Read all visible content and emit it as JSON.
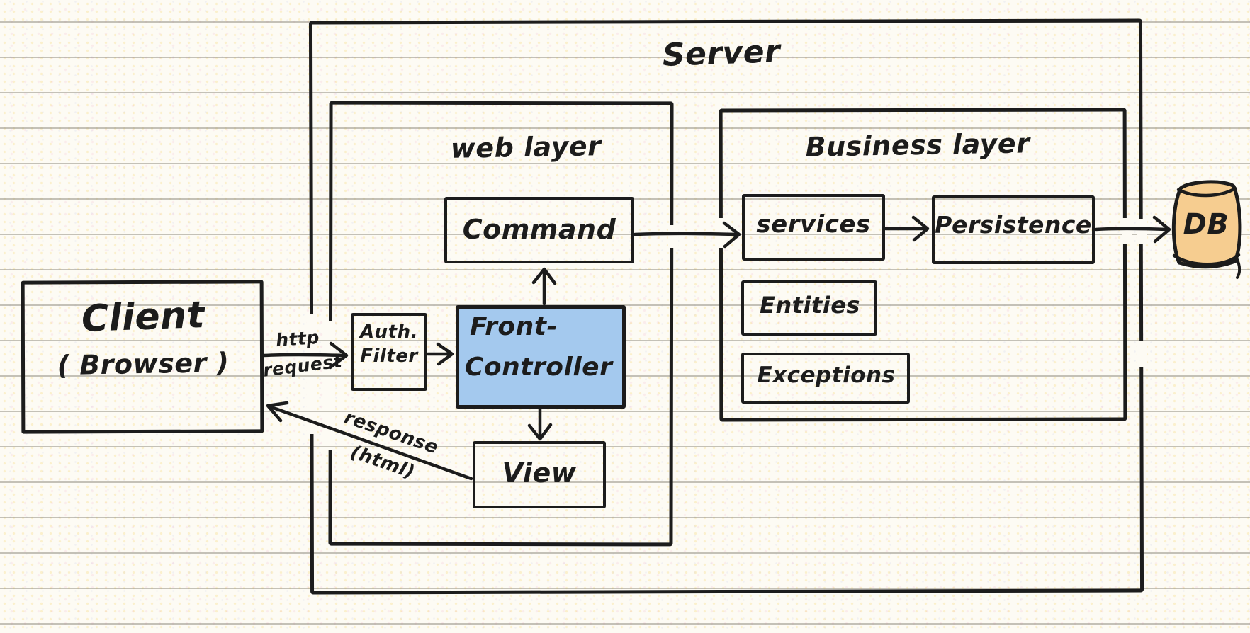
{
  "diagram": {
    "containers": {
      "server": "Server",
      "web_layer": "web layer",
      "business_layer": "Business layer"
    },
    "nodes": {
      "client": {
        "line1": "Client",
        "line2": "( Browser )"
      },
      "auth_filter": {
        "line1": "Auth.",
        "line2": "Filter"
      },
      "front_controller": {
        "line1": "Front-",
        "line2": "Controller"
      },
      "command": "Command",
      "view": "View",
      "services": "services",
      "persistence": "Persistence",
      "entities": "Entities",
      "exceptions": "Exceptions",
      "db": "DB"
    },
    "arrow_labels": {
      "http_request": {
        "line1": "http",
        "line2": "request"
      },
      "response": {
        "line1": "response",
        "line2": "(html)"
      }
    },
    "flows": [
      {
        "from": "client",
        "to": "auth_filter",
        "label": "http request"
      },
      {
        "from": "auth_filter",
        "to": "front_controller",
        "label": ""
      },
      {
        "from": "front_controller",
        "to": "command",
        "label": ""
      },
      {
        "from": "command",
        "to": "services",
        "label": ""
      },
      {
        "from": "services",
        "to": "persistence",
        "label": ""
      },
      {
        "from": "persistence",
        "to": "db",
        "label": ""
      },
      {
        "from": "front_controller",
        "to": "view",
        "label": ""
      },
      {
        "from": "view",
        "to": "client",
        "label": "response (html)"
      }
    ]
  },
  "colors": {
    "ink": "#1c1c1c",
    "paper": "#fdfbf4",
    "front_controller_fill": "#a4c9ee",
    "db_fill": "#f6cd90"
  }
}
